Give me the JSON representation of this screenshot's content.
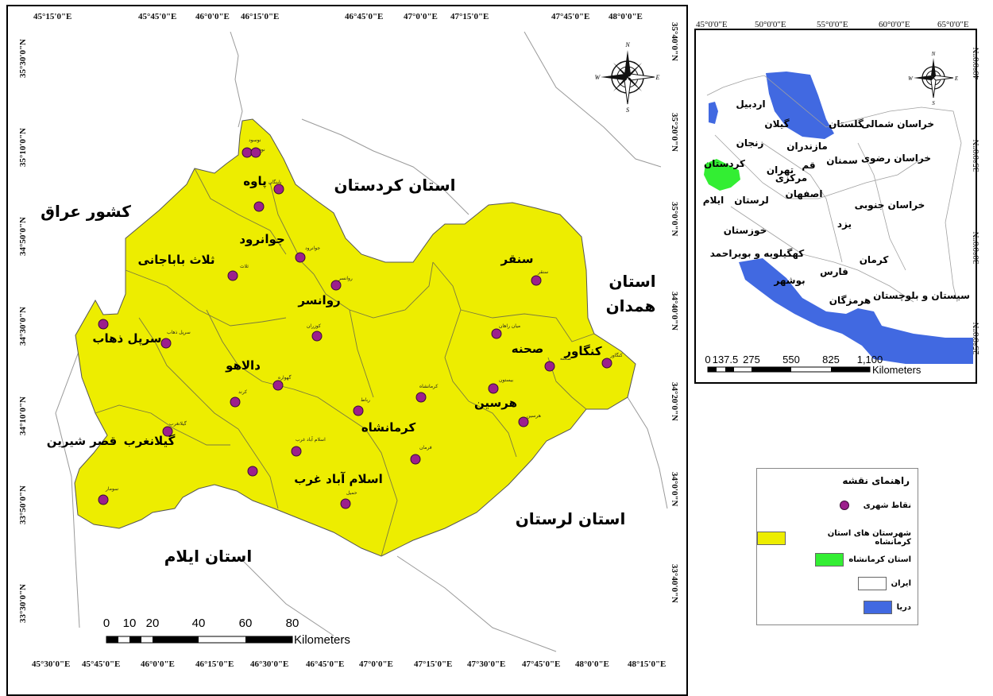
{
  "colors": {
    "province": "#eded00",
    "iran": "#ffffff",
    "sea": "#4169e1",
    "kermanshah": "#33ee33",
    "city": "#9c1f8c",
    "border": "#8a8a8a"
  },
  "main_map": {
    "top_lon_labels": [
      "45°15'0\"E",
      "45°45'0\"E",
      "46°0'0\"E",
      "46°15'0\"E",
      "46°45'0\"E",
      "47°0'0\"E",
      "47°15'0\"E",
      "47°45'0\"E",
      "48°0'0\"E"
    ],
    "bottom_lon_labels": [
      "45°30'0\"E",
      "45°45'0\"E",
      "46°0'0\"E",
      "46°15'0\"E",
      "46°30'0\"E",
      "46°45'0\"E",
      "47°0'0\"E",
      "47°15'0\"E",
      "47°30'0\"E",
      "47°45'0\"E",
      "48°0'0\"E",
      "48°15'0\"E"
    ],
    "left_lat_labels": [
      "35°30'0\"N",
      "35°10'0\"N",
      "34°50'0\"N",
      "34°30'0\"N",
      "34°10'0\"N",
      "33°50'0\"N",
      "33°30'0\"N"
    ],
    "right_lat_labels": [
      "35°40'0\"N",
      "35°20'0\"N",
      "35°0'0\"N",
      "34°40'0\"N",
      "34°20'0\"N",
      "34°0'0\"N",
      "33°40'0\"N"
    ],
    "big_labels": [
      "کشور عراق",
      "استان کردستان",
      "استان همدان",
      "استان لرستان",
      "استان ایلام"
    ],
    "hamedan_lines": [
      "استان",
      "همدان"
    ],
    "county_labels": [
      "پاوه",
      "جوانرود",
      "ثلاث باباجانی",
      "روانسر",
      "سنقر",
      "سرپل ذهاب",
      "دالاهو",
      "صحنه",
      "کنگاور",
      "هرسین",
      "کرمانشاه",
      "گیلانغرب",
      "قصر شیرین",
      "اسلام آباد غرب"
    ],
    "tiny_labels": [
      "نوسود",
      "نودشه",
      "باینگان",
      "جوانرود",
      "ثلاث",
      "روانسر",
      "کوزران",
      "سنقر",
      "میان راهان",
      "صحنه",
      "کنگاور",
      "بیستون",
      "هرسین",
      "فرمان",
      "کرند",
      "سرپل ذهاب",
      "گیلانغرب",
      "اسلام آباد غرب",
      "سومار",
      "حمیل",
      "کرمانشاه",
      "رباط",
      "گهواره"
    ],
    "scale": {
      "ticks": [
        "0",
        "10",
        "20",
        "40",
        "60",
        "80"
      ],
      "unit": "Kilometers"
    }
  },
  "inset_map": {
    "top_lon_labels": [
      "45°0'0\"E",
      "50°0'0\"E",
      "55°0'0\"E",
      "60°0'0\"E",
      "65°0'0\"E"
    ],
    "right_lat_labels": [
      "40°0'0\"N",
      "35°0'0\"N",
      "30°0'0\"N",
      "25°0'0\"N"
    ],
    "province_labels": [
      "اردبیل",
      "گیلان",
      "گلستان",
      "خراسان شمالی",
      "زنجان",
      "مازندران",
      "کردستان",
      "تهران",
      "قم",
      "مرکزی",
      "سمنان",
      "خراسان رضوی",
      "لرستان",
      "ایلام",
      "اصفهان",
      "خراسان جنوبی",
      "خوزستان",
      "یزد",
      "کهگیلویه و بویراحمد",
      "بوشهر",
      "فارس",
      "کرمان",
      "سیستان و بلوچستان",
      "هرمزگان"
    ],
    "scale": {
      "ticks": [
        "0",
        "137.5",
        "275",
        "550",
        "825",
        "1,100"
      ],
      "unit": "Kilometers"
    }
  },
  "legend": {
    "title": "راهنمای نقشه",
    "items": [
      {
        "label": "نقاط شهری",
        "color": "#9c1f8c"
      },
      {
        "label": "شهرستان های استان کرمانشاه",
        "color": "#eded00"
      },
      {
        "label": "استان کرمانشاه",
        "color": "#33ee33"
      },
      {
        "label": "ایران",
        "color": "#ffffff"
      },
      {
        "label": "دریا",
        "color": "#4169e1"
      }
    ]
  }
}
